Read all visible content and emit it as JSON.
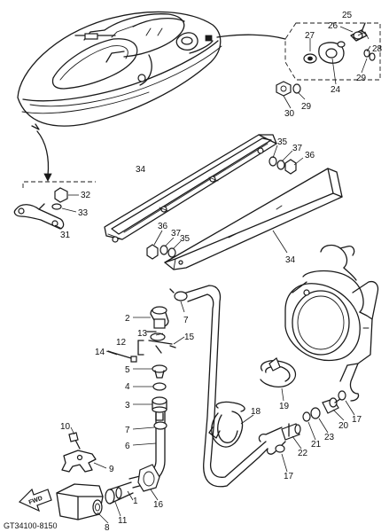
{
  "diagram": {
    "drawing_code": "GT34100-8150",
    "fwd_label": "FWD",
    "callouts": {
      "c1": "1",
      "c2": "2",
      "c3": "3",
      "c4": "4",
      "c5": "5",
      "c6": "6",
      "c7a": "7",
      "c7b": "7",
      "c8": "8",
      "c9": "9",
      "c10": "10",
      "c11": "11",
      "c12": "12",
      "c13": "13",
      "c14": "14",
      "c15": "15",
      "c16": "16",
      "c17a": "17",
      "c17b": "17",
      "c18": "18",
      "c19": "19",
      "c20": "20",
      "c21": "21",
      "c22": "22",
      "c23": "23",
      "c24": "24",
      "c25": "25",
      "c26": "26",
      "c27": "27",
      "c28": "28",
      "c29a": "29",
      "c29b": "29",
      "c30": "30",
      "c31": "31",
      "c32": "32",
      "c33": "33",
      "c34a": "34",
      "c34b": "34",
      "c35a": "35",
      "c35b": "35",
      "c36a": "36",
      "c36b": "36",
      "c37a": "37",
      "c37b": "37"
    }
  }
}
